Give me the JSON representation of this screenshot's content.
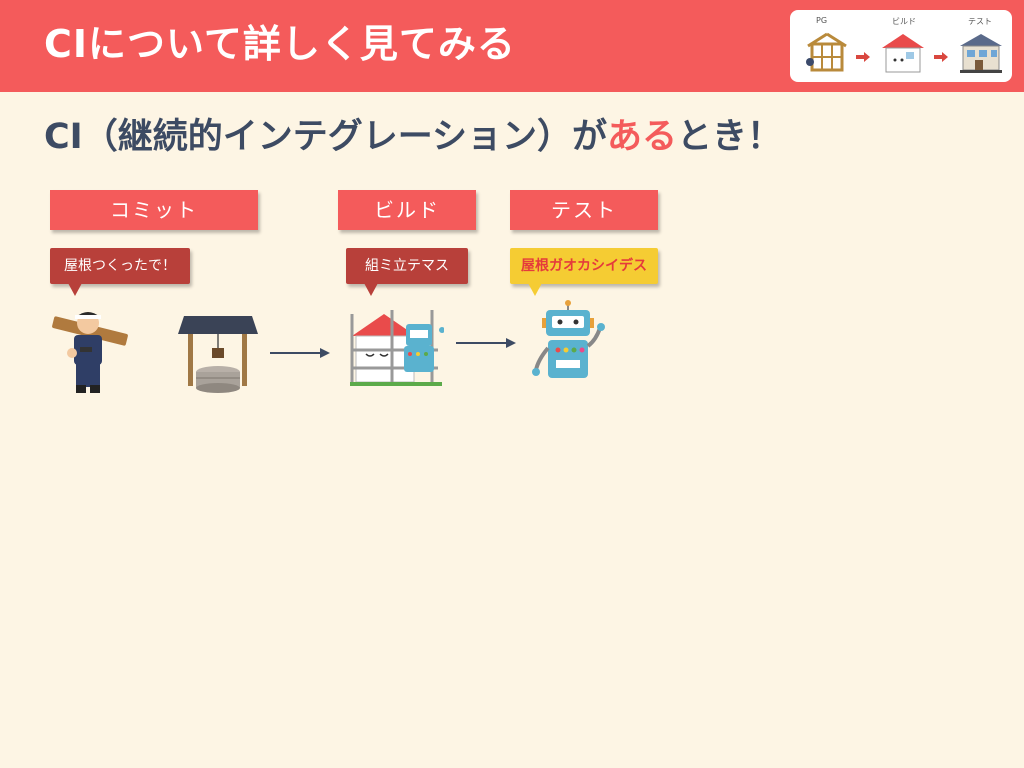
{
  "header": {
    "title": "CIについて詳しく見てみる",
    "mini_flow": {
      "labels": [
        "PG",
        "ビルド",
        "テスト"
      ],
      "icons": [
        "house-frame-icon",
        "house-icon",
        "finished-house-icon"
      ]
    }
  },
  "subtitle": {
    "prefix": "CI（継続的インテグレーション）が",
    "highlight": "ある",
    "suffix": "とき！"
  },
  "steps": [
    {
      "label": "コミット",
      "bubble": "屋根つくったで！"
    },
    {
      "label": "ビルド",
      "bubble": "組ミ立テマス"
    },
    {
      "label": "テスト",
      "bubble": "屋根ガオカシイデス"
    }
  ],
  "colors": {
    "accent": "#f45b5b",
    "bubble_dark": "#b8403a",
    "bubble_yellow": "#f5cc33",
    "text_dark": "#3d4b63",
    "background": "#fdf5e4"
  },
  "illustrations": [
    "carpenter-icon",
    "well-icon",
    "house-scaffold-robot-icon",
    "robot-icon"
  ]
}
